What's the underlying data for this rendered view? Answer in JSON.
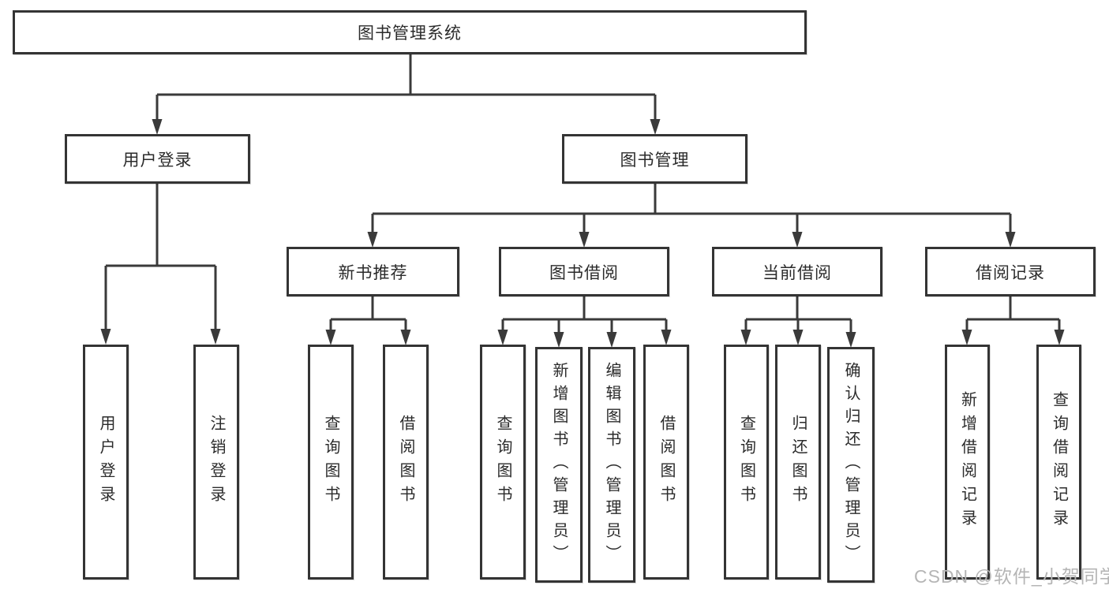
{
  "root": {
    "label": "图书管理系统"
  },
  "level2": [
    {
      "label": "用户登录"
    },
    {
      "label": "图书管理"
    }
  ],
  "level3": [
    {
      "label": "新书推荐",
      "parent": "图书管理"
    },
    {
      "label": "图书借阅",
      "parent": "图书管理"
    },
    {
      "label": "当前借阅",
      "parent": "图书管理"
    },
    {
      "label": "借阅记录",
      "parent": "图书管理"
    }
  ],
  "leaves": [
    {
      "label": "用户登录",
      "parent": "用户登录"
    },
    {
      "label": "注销登录",
      "parent": "用户登录"
    },
    {
      "label": "查询图书",
      "parent": "新书推荐"
    },
    {
      "label": "借阅图书",
      "parent": "新书推荐"
    },
    {
      "label": "查询图书",
      "parent": "图书借阅"
    },
    {
      "label": "新增图书（管理员）",
      "parent": "图书借阅"
    },
    {
      "label": "编辑图书（管理员）",
      "parent": "图书借阅"
    },
    {
      "label": "借阅图书",
      "parent": "图书借阅"
    },
    {
      "label": "查询图书",
      "parent": "当前借阅"
    },
    {
      "label": "归还图书",
      "parent": "当前借阅"
    },
    {
      "label": "确认归还（管理员）",
      "parent": "当前借阅"
    },
    {
      "label": "新增借阅记录",
      "parent": "借阅记录"
    },
    {
      "label": "查询借阅记录",
      "parent": "借阅记录"
    }
  ],
  "watermark": {
    "text": "CSDN @软件_小贺同学"
  },
  "colors": {
    "line": "#3a3a3a",
    "border": "#343434",
    "text": "#2b2b2b",
    "background": "#ffffff",
    "watermark": "#b5b5b5"
  }
}
